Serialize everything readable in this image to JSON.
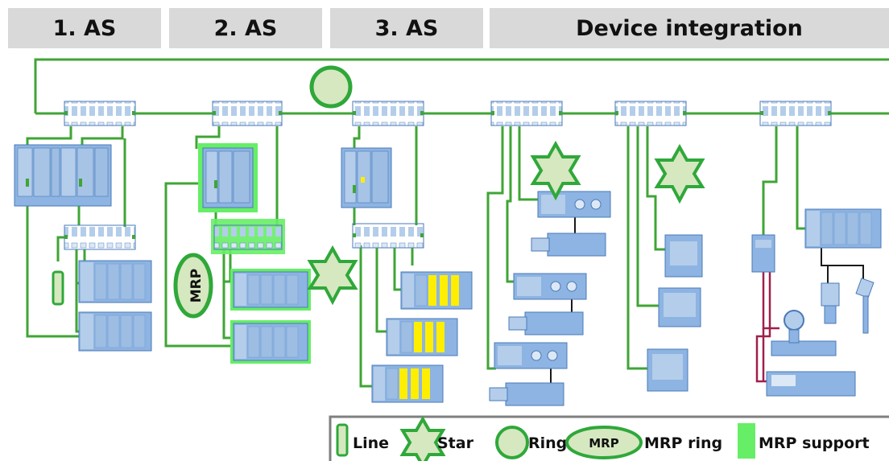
{
  "headers": [
    "1. AS",
    "2. AS",
    "3. AS",
    "Device integration"
  ],
  "shapes": {
    "mrp_badge": "MRP"
  },
  "legend": {
    "line": "Line",
    "star": "Star",
    "ring": "Ring",
    "mrp_badge": "MRP",
    "mrp_ring": "MRP ring",
    "mrp_support": "MRP support"
  },
  "colors": {
    "link": "#3fa535",
    "device_fill": "#8db4e2",
    "device_stroke": "#4a7ab8",
    "shape_fill": "#d6e8c0",
    "shape_stroke": "#2fa83a",
    "mrp_support": "#66ee66",
    "fieldbus": "#a0204a",
    "header_bg": "#d9d9d9",
    "io_highlight": "#ffee00"
  }
}
